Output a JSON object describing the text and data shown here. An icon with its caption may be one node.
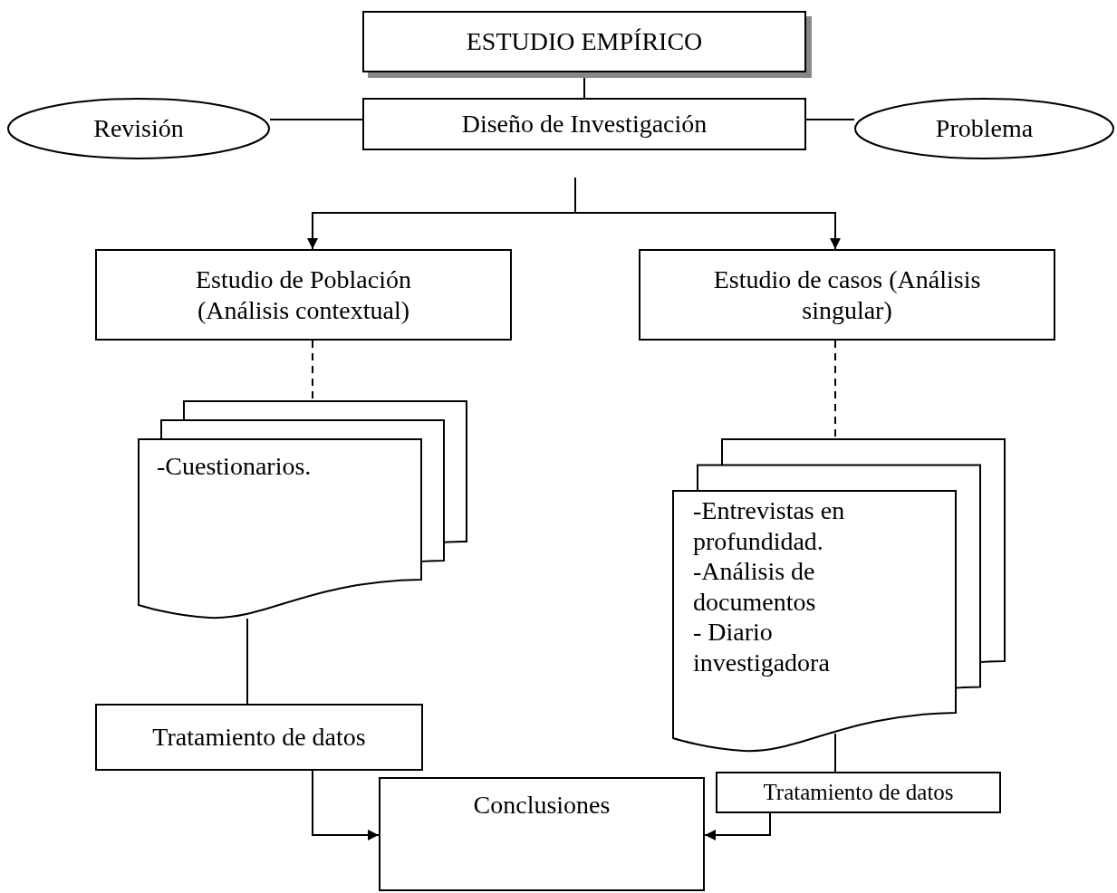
{
  "diagram": {
    "nodes": [
      {
        "text": [
          "ESTUDIO EMPÍRICO"
        ]
      },
      {
        "text": [
          "Revisión"
        ]
      },
      {
        "text": [
          "Diseño de Investigación"
        ]
      },
      {
        "text": [
          "Problema"
        ]
      },
      {
        "text": [
          "Estudio de Población (Análisis contextual)"
        ]
      },
      {
        "text": [
          "Estudio de casos (Análisis singular)"
        ]
      },
      {
        "text": [
          "-Cuestionarios."
        ]
      },
      {
        "text": [
          "-Entrevistas en profundidad.",
          "-Análisis de documentos",
          "- Diario investigadora"
        ]
      },
      {
        "text": [
          "Tratamiento de datos"
        ]
      },
      {
        "text": [
          "Tratamiento de datos"
        ]
      },
      {
        "text": [
          "Conclusiones"
        ]
      }
    ],
    "edges": [
      {
        "from": 0,
        "to": 2,
        "arrow": "none"
      },
      {
        "from": 1,
        "to": 2,
        "arrow": "none"
      },
      {
        "from": 2,
        "to": 3,
        "arrow": "none"
      },
      {
        "from": 2,
        "to": 4,
        "arrow": "to"
      },
      {
        "from": 2,
        "to": 5,
        "arrow": "to"
      },
      {
        "from": 4,
        "to": 6,
        "arrow": "none",
        "style": "dashed"
      },
      {
        "from": 5,
        "to": 7,
        "arrow": "none",
        "style": "dashed"
      },
      {
        "from": 6,
        "to": 8,
        "arrow": "none"
      },
      {
        "from": 7,
        "to": 9,
        "arrow": "none"
      },
      {
        "from": 8,
        "to": 10,
        "arrow": "to"
      },
      {
        "from": 9,
        "to": 10,
        "arrow": "to"
      }
    ]
  }
}
